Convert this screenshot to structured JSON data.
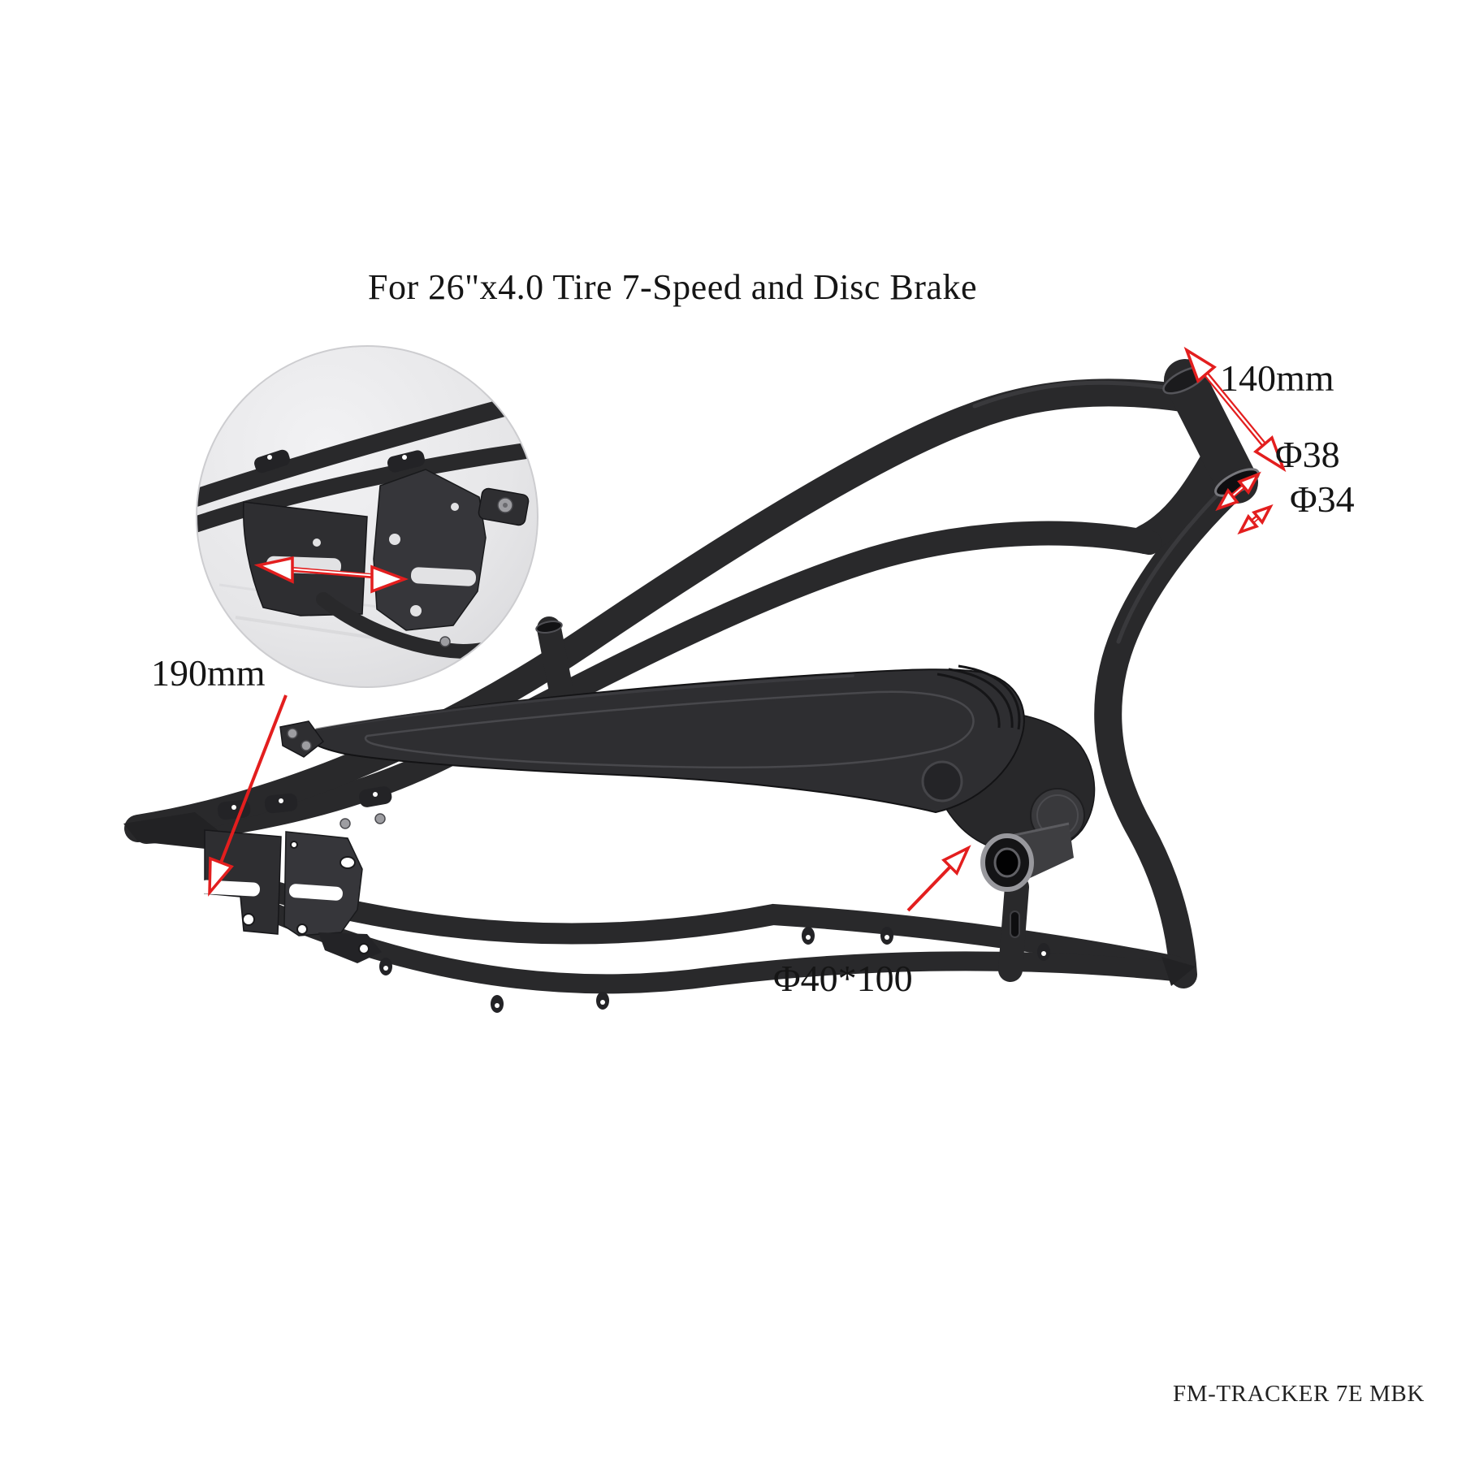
{
  "title": {
    "text": "For 26\"x4.0 Tire 7-Speed and Disc Brake"
  },
  "annotations": {
    "head_tube_length": {
      "label": "140mm"
    },
    "head_tube_diameter": {
      "label": "Φ38"
    },
    "stem_tube_diameter": {
      "label": "Φ34"
    },
    "rear_dropout_spacing": {
      "label": "190mm"
    },
    "bottom_bracket_size": {
      "label": "Φ40*100"
    }
  },
  "footer": {
    "model_code": "FM-TRACKER 7E MBK"
  },
  "colors": {
    "accent_red": "#e31e1e",
    "frame_color": "#29292b",
    "background": "#ffffff",
    "inset_background": "#e4e4e6"
  }
}
